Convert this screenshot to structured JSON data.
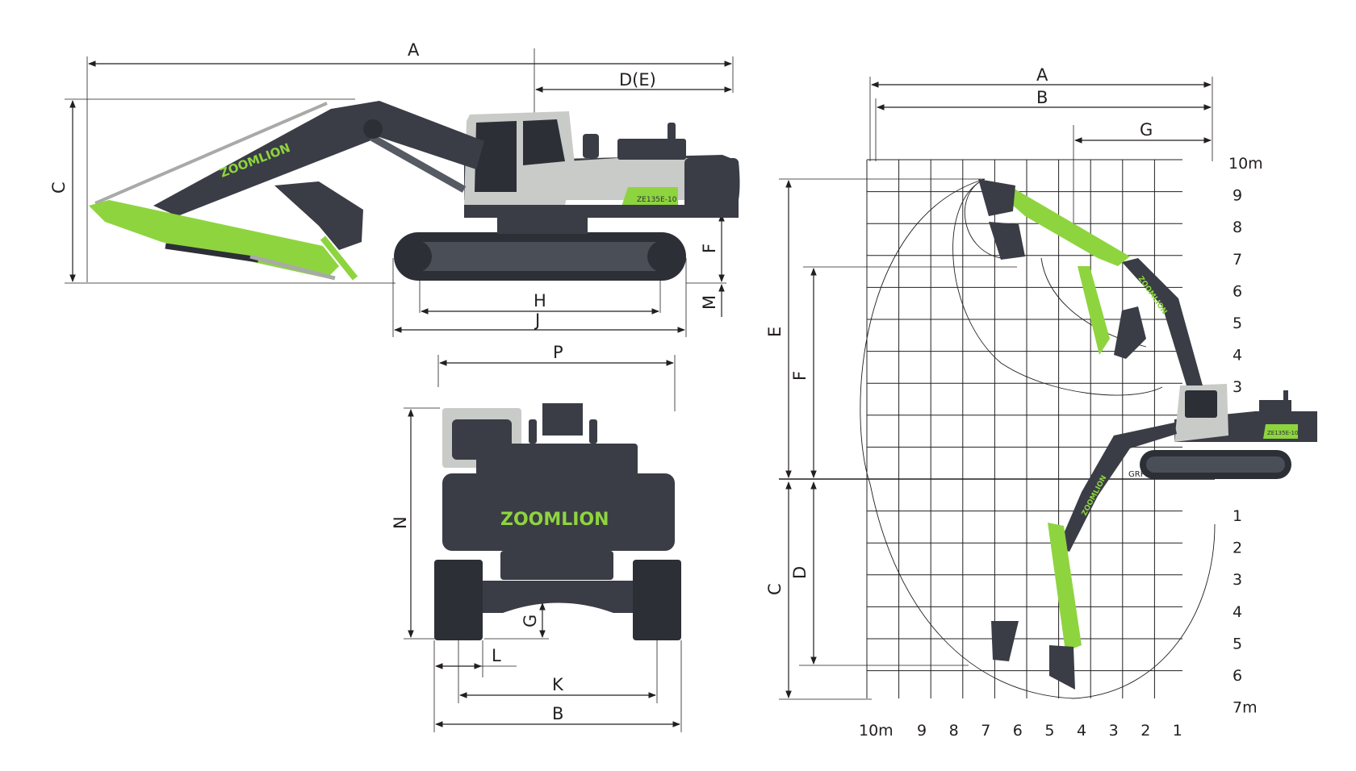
{
  "side_view": {
    "labels": {
      "A": "A",
      "DE": "D(E)",
      "C": "C",
      "F": "F",
      "M": "M",
      "H": "H",
      "J": "J"
    },
    "brand": "ZOOMLION",
    "model": "ZE135E-10"
  },
  "rear_view": {
    "labels": {
      "P": "P",
      "N": "N",
      "G": "G",
      "L": "L",
      "K": "K",
      "B": "B"
    },
    "brand": "ZOOMLION"
  },
  "working_range": {
    "labels": {
      "A": "A",
      "B": "B",
      "G": "G",
      "E": "E",
      "F": "F",
      "C": "C",
      "D": "D",
      "GRP": "GRP"
    },
    "brand": "ZOOMLION",
    "model": "ZE135E-10",
    "height_ticks": [
      "10m",
      "9",
      "8",
      "7",
      "6",
      "5",
      "4",
      "3"
    ],
    "depth_ticks": [
      "1",
      "2",
      "3",
      "4",
      "5",
      "6",
      "7m"
    ],
    "reach_ticks": [
      "10m",
      "9",
      "8",
      "7",
      "6",
      "5",
      "4",
      "3",
      "2",
      "1"
    ]
  },
  "colors": {
    "machine_dark": "#3a3d45",
    "machine_green": "#8ed43f",
    "cab_grey": "#c9cbc8",
    "line": "#231f20"
  }
}
